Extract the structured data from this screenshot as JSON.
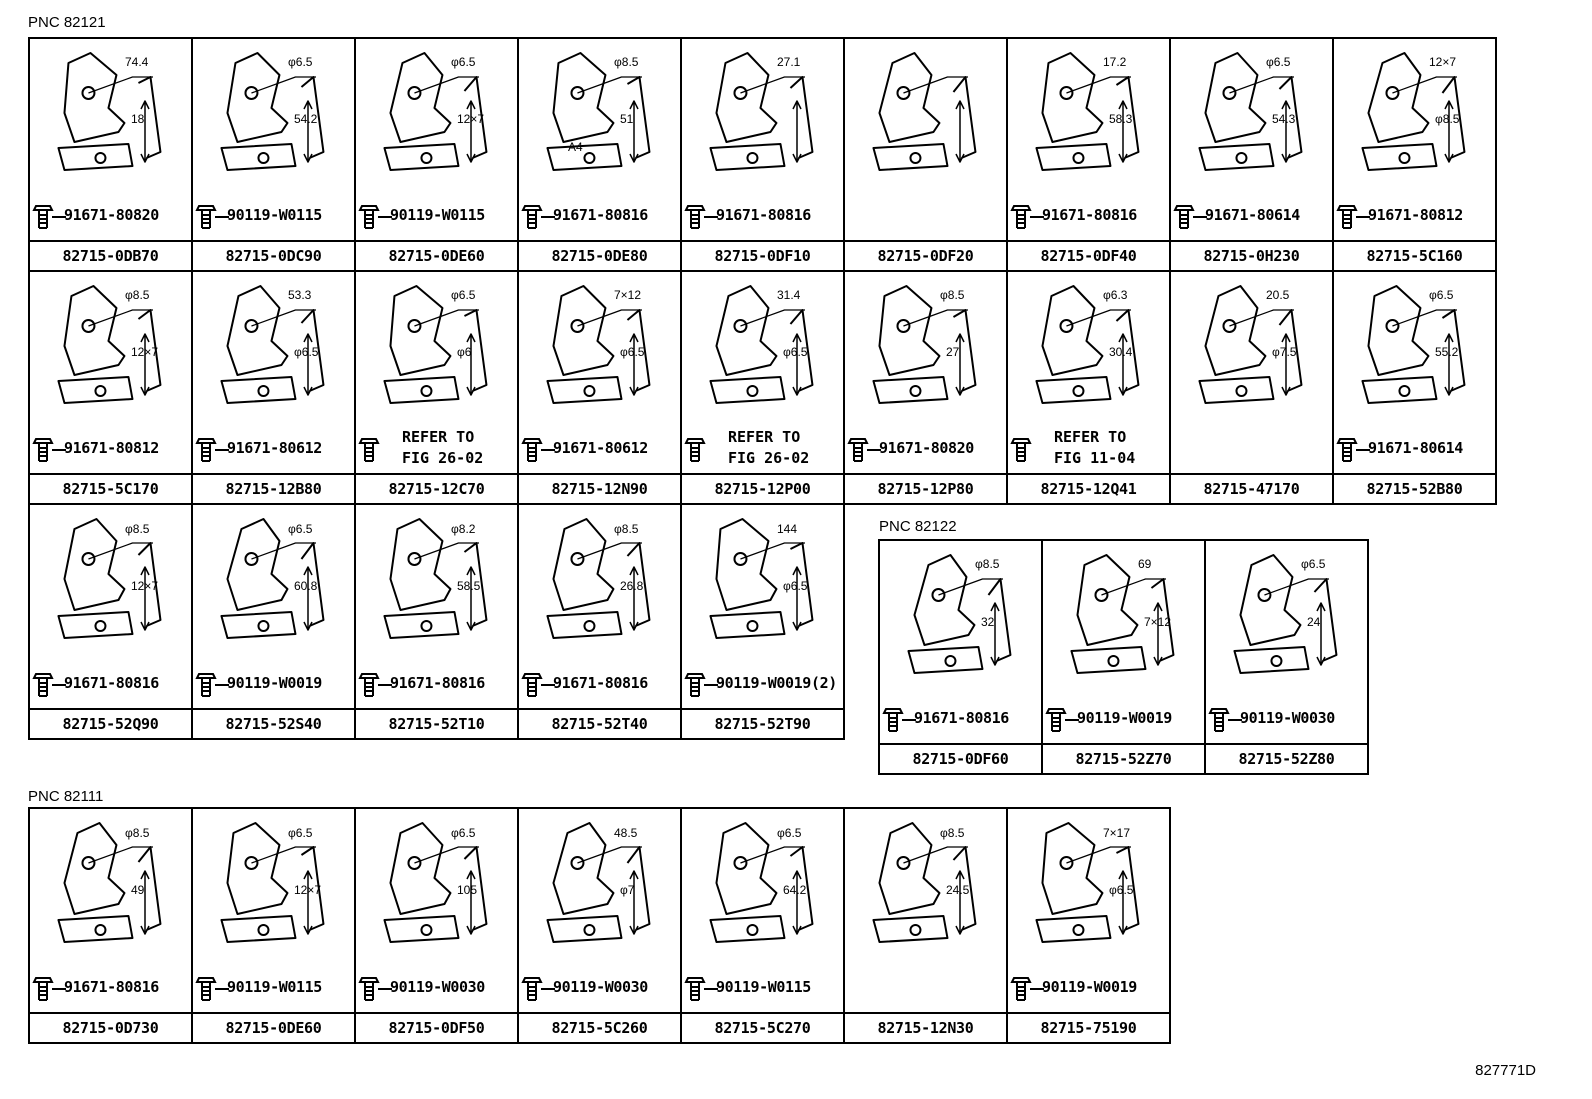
{
  "sections": [
    {
      "pnc_label": "PNC 82121",
      "cells": [
        {
          "part": "82715-0DB70",
          "bolt": "91671-80820",
          "dims": [
            "74.4",
            "18"
          ]
        },
        {
          "part": "82715-0DC90",
          "bolt": "90119-W0115",
          "dims": [
            "φ6.5",
            "54.2"
          ]
        },
        {
          "part": "82715-0DE60",
          "bolt": "90119-W0115",
          "dims": [
            "φ6.5",
            "12×7"
          ]
        },
        {
          "part": "82715-0DE80",
          "bolt": "91671-80816",
          "dims": [
            "φ8.5",
            "51",
            "A4"
          ]
        },
        {
          "part": "82715-0DF10",
          "bolt": "91671-80816",
          "dims": [
            "27.1"
          ]
        },
        {
          "part": "82715-0DF20",
          "bolt": "",
          "dims": []
        },
        {
          "part": "82715-0DF40",
          "bolt": "91671-80816",
          "dims": [
            "17.2",
            "58.3"
          ]
        },
        {
          "part": "82715-0H230",
          "bolt": "91671-80614",
          "dims": [
            "φ6.5",
            "54.3"
          ]
        },
        {
          "part": "82715-5C160",
          "bolt": "91671-80812",
          "dims": [
            "12×7",
            "φ8.5"
          ]
        },
        {
          "part": "82715-5C170",
          "bolt": "91671-80812",
          "dims": [
            "φ8.5",
            "12×7"
          ]
        },
        {
          "part": "82715-12B80",
          "bolt": "91671-80612",
          "dims": [
            "53.3",
            "φ6.5"
          ]
        },
        {
          "part": "82715-12C70",
          "bolt": "",
          "refer": "REFER TO\nFIG 26-02",
          "dims": [
            "φ6.5",
            "φ6"
          ]
        },
        {
          "part": "82715-12N90",
          "bolt": "91671-80612",
          "dims": [
            "7×12",
            "φ6.5"
          ]
        },
        {
          "part": "82715-12P00",
          "bolt": "",
          "refer": "REFER TO\nFIG 26-02",
          "dims": [
            "31.4",
            "φ6.5"
          ]
        },
        {
          "part": "82715-12P80",
          "bolt": "91671-80820",
          "dims": [
            "φ8.5",
            "27"
          ]
        },
        {
          "part": "82715-12Q41",
          "bolt": "",
          "refer": "REFER TO\nFIG 11-04",
          "dims": [
            "φ6.3",
            "30.4"
          ]
        },
        {
          "part": "82715-47170",
          "bolt": "",
          "dims": [
            "20.5",
            "φ7.5"
          ]
        },
        {
          "part": "82715-52B80",
          "bolt": "91671-80614",
          "dims": [
            "φ6.5",
            "55.2"
          ]
        },
        {
          "part": "82715-52Q90",
          "bolt": "91671-80816",
          "dims": [
            "φ8.5",
            "12×7"
          ]
        },
        {
          "part": "82715-52S40",
          "bolt": "90119-W0019",
          "dims": [
            "φ6.5",
            "60.8"
          ]
        },
        {
          "part": "82715-52T10",
          "bolt": "91671-80816",
          "dims": [
            "φ8.2",
            "58.5"
          ]
        },
        {
          "part": "82715-52T40",
          "bolt": "91671-80816",
          "dims": [
            "φ8.5",
            "26.8"
          ]
        },
        {
          "part": "82715-52T90",
          "bolt": "90119-W0019(2)",
          "dims": [
            "144",
            "φ6.5"
          ]
        }
      ]
    },
    {
      "pnc_label": "PNC 82122",
      "cells": [
        {
          "part": "82715-0DF60",
          "bolt": "91671-80816",
          "dims": [
            "φ8.5",
            "32"
          ]
        },
        {
          "part": "82715-52Z70",
          "bolt": "90119-W0019",
          "dims": [
            "69",
            "7×12"
          ]
        },
        {
          "part": "82715-52Z80",
          "bolt": "90119-W0030",
          "dims": [
            "φ6.5",
            "24"
          ]
        }
      ]
    },
    {
      "pnc_label": "PNC 82111",
      "cells": [
        {
          "part": "82715-0D730",
          "bolt": "91671-80816",
          "dims": [
            "φ8.5",
            "49"
          ]
        },
        {
          "part": "82715-0DE60",
          "bolt": "90119-W0115",
          "dims": [
            "φ6.5",
            "12×7"
          ]
        },
        {
          "part": "82715-0DF50",
          "bolt": "90119-W0030",
          "dims": [
            "φ6.5",
            "105"
          ]
        },
        {
          "part": "82715-5C260",
          "bolt": "90119-W0030",
          "dims": [
            "48.5",
            "φ7"
          ]
        },
        {
          "part": "82715-5C270",
          "bolt": "90119-W0115",
          "dims": [
            "φ6.5",
            "64.2"
          ]
        },
        {
          "part": "82715-12N30",
          "bolt": "",
          "dims": [
            "φ8.5",
            "24.5"
          ]
        },
        {
          "part": "82715-75190",
          "bolt": "90119-W0019",
          "dims": [
            "7×17",
            "φ6.5"
          ]
        }
      ]
    }
  ],
  "footer_code": "827771D"
}
